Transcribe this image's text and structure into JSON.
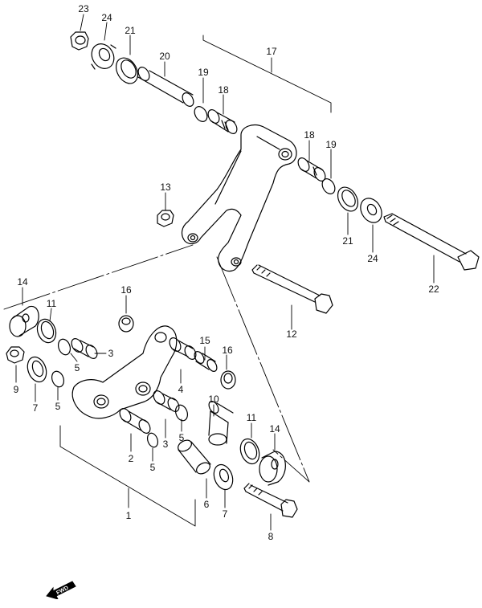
{
  "diagram": {
    "callouts": [
      {
        "id": "c23",
        "text": "23"
      },
      {
        "id": "c24a",
        "text": "24"
      },
      {
        "id": "c21a",
        "text": "21"
      },
      {
        "id": "c20",
        "text": "20"
      },
      {
        "id": "c19a",
        "text": "19"
      },
      {
        "id": "c17",
        "text": "17"
      },
      {
        "id": "c18a",
        "text": "18"
      },
      {
        "id": "c18b",
        "text": "18"
      },
      {
        "id": "c19b",
        "text": "19"
      },
      {
        "id": "c13",
        "text": "13"
      },
      {
        "id": "c21b",
        "text": "21"
      },
      {
        "id": "c24b",
        "text": "24"
      },
      {
        "id": "c22",
        "text": "22"
      },
      {
        "id": "c14a",
        "text": "14"
      },
      {
        "id": "c11a",
        "text": "11"
      },
      {
        "id": "c16a",
        "text": "16"
      },
      {
        "id": "c12",
        "text": "12"
      },
      {
        "id": "c3a",
        "text": "3"
      },
      {
        "id": "c5a",
        "text": "5"
      },
      {
        "id": "c9",
        "text": "9"
      },
      {
        "id": "c7a",
        "text": "7"
      },
      {
        "id": "c5b",
        "text": "5"
      },
      {
        "id": "c15",
        "text": "15"
      },
      {
        "id": "c16b",
        "text": "16"
      },
      {
        "id": "c4",
        "text": "4"
      },
      {
        "id": "c10",
        "text": "10"
      },
      {
        "id": "c5c",
        "text": "5"
      },
      {
        "id": "c3b",
        "text": "3"
      },
      {
        "id": "c2",
        "text": "2"
      },
      {
        "id": "c5d",
        "text": "5"
      },
      {
        "id": "c11b",
        "text": "11"
      },
      {
        "id": "c14b",
        "text": "14"
      },
      {
        "id": "c1",
        "text": "1"
      },
      {
        "id": "c6",
        "text": "6"
      },
      {
        "id": "c7b",
        "text": "7"
      },
      {
        "id": "c8",
        "text": "8"
      }
    ],
    "direction_arrow": "FWD",
    "line_color": "#000000",
    "background": "#ffffff"
  }
}
